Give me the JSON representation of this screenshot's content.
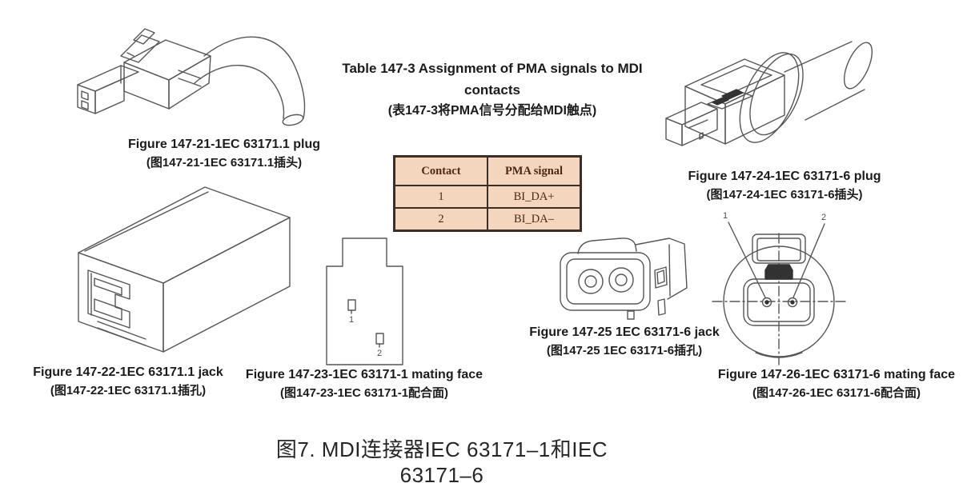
{
  "table_title": {
    "line1": "Table 147-3 Assignment of PMA signals to MDI",
    "line2": "contacts",
    "line3": "(表147-3将PMA信号分配给MDI触点)"
  },
  "signal_table": {
    "headers": [
      "Contact",
      "PMA signal"
    ],
    "rows": [
      [
        "1",
        "BI_DA+"
      ],
      [
        "2",
        "BI_DA–"
      ]
    ]
  },
  "figures": {
    "fig21": {
      "caption_en": "Figure 147-21-1EC 63171.1 plug",
      "caption_zh": "(图147-21-1EC 63171.1插头)"
    },
    "fig22": {
      "caption_en": "Figure 147-22-1EC 63171.1 jack",
      "caption_zh": "(图147-22-1EC 63171.1插孔)"
    },
    "fig23": {
      "caption_en": "Figure 147-23-1EC 63171-1 mating face",
      "caption_zh": "(图147-23-1EC 63171-1配合面)",
      "labels": [
        "1",
        "2"
      ]
    },
    "fig24": {
      "caption_en": "Figure 147-24-1EC 63171-6 plug",
      "caption_zh": "(图147-24-1EC 63171-6插头)"
    },
    "fig25": {
      "caption_en": "Figure 147-25 1EC 63171-6 jack",
      "caption_zh": "(图147-25 1EC 63171-6插孔)"
    },
    "fig26": {
      "caption_en": "Figure 147-26-1EC 63171-6 mating face",
      "caption_zh": "(图147-26-1EC 63171-6配合面)",
      "labels": [
        "1",
        "2"
      ]
    }
  },
  "main_caption": "图7. MDI连接器IEC 63171–1和IEC 63171–6",
  "colors": {
    "table_fill": "#f3d6bd",
    "table_border": "#3a2f26",
    "table_text": "#4e2617",
    "line_art": "#565656",
    "caption_text": "#1b1b1b"
  }
}
